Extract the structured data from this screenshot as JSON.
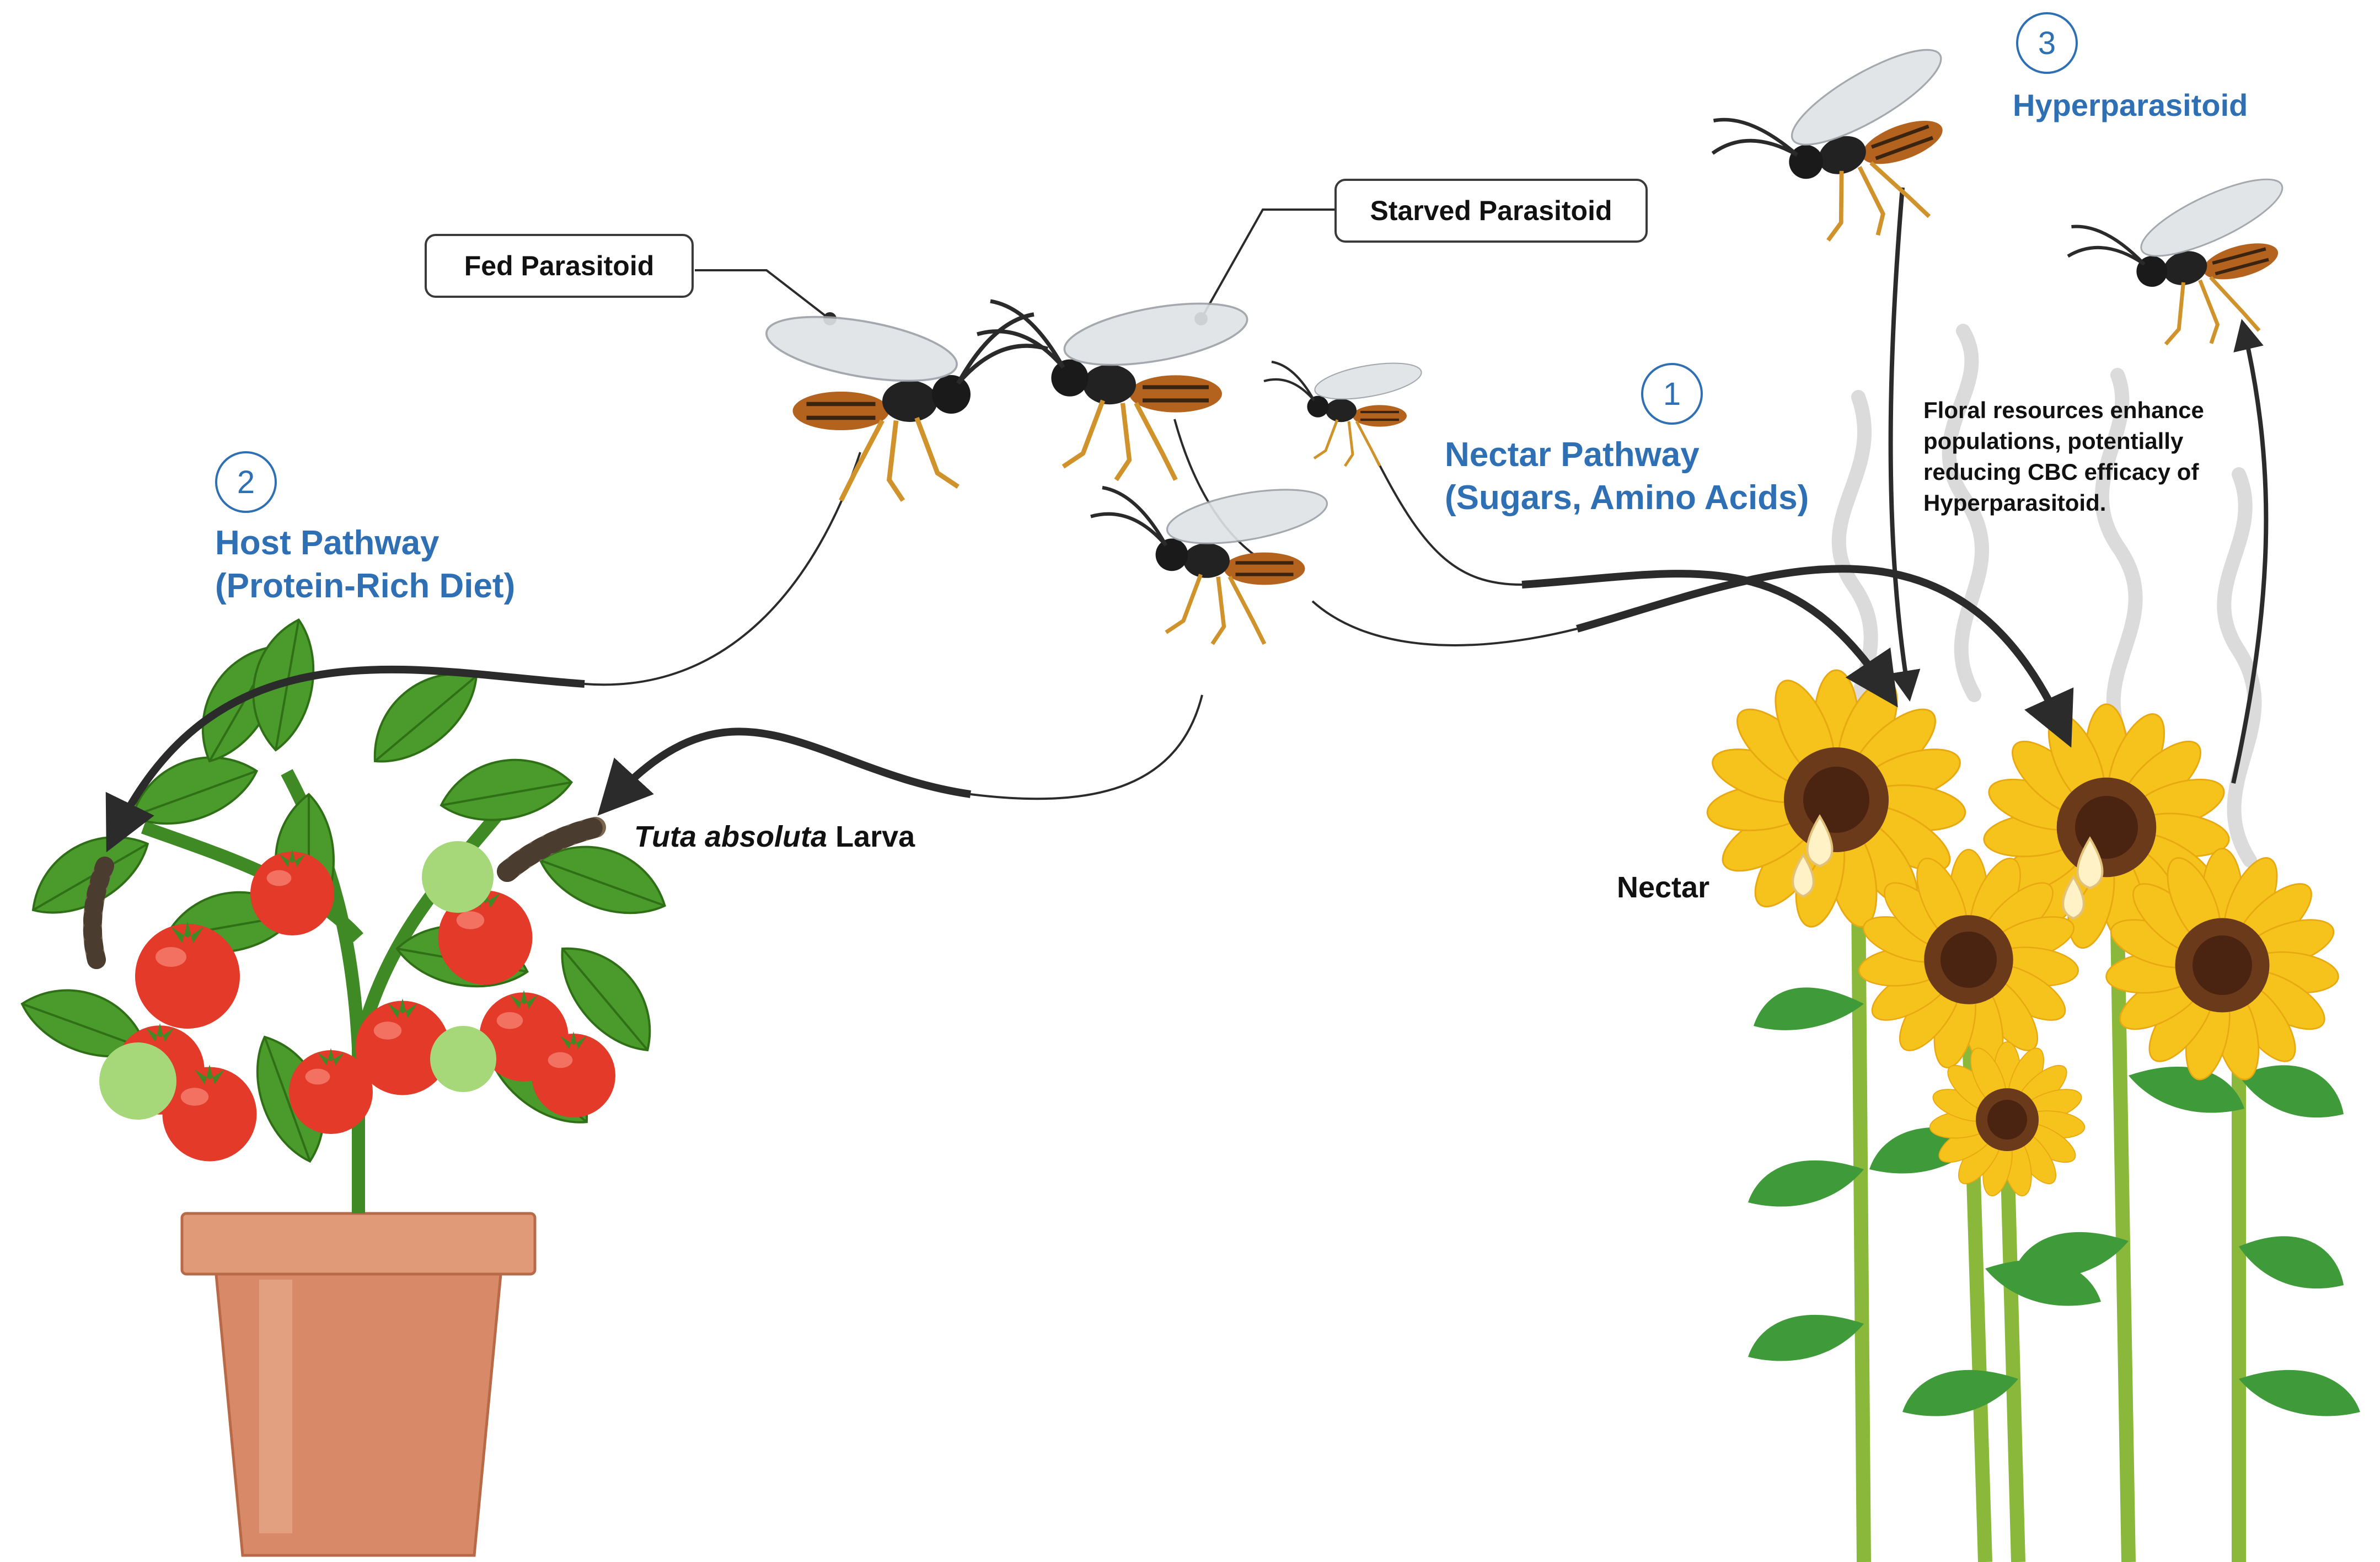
{
  "labels": {
    "fed_parasitoid": "Fed Parasitoid",
    "starved_parasitoid": "Starved Parasitoid",
    "step1_number": "1",
    "step2_number": "2",
    "step3_number": "3",
    "nectar_pathway_line1": "Nectar Pathway",
    "nectar_pathway_line2": "(Sugars, Amino Acids)",
    "host_pathway_line1": "Host Pathway",
    "host_pathway_line2": "(Protein-Rich Diet)",
    "hyperparasitoid": "Hyperparasitoid",
    "larva_species": "Tuta absoluta",
    "larva_suffix": " Larva",
    "nectar": "Nectar",
    "floral_note_line1": "Floral resources enhance",
    "floral_note_line2": "populations, potentially",
    "floral_note_line3": "reducing CBC efficacy of",
    "floral_note_line4": "Hyperparasitoid."
  },
  "colors": {
    "pathway_blue": "#2f6fb3",
    "arrow": "#2b2b2b",
    "leaf_green": "#4a9a2c",
    "tomato_red": "#e33a2a",
    "pot_terracotta": "#d88a68",
    "petal_yellow": "#f6c21c",
    "flower_center": "#6b3a1a"
  },
  "icons": [
    "wasp-icon",
    "tomato-plant-icon",
    "sunflower-icon",
    "larva-icon",
    "nectar-drop-icon"
  ]
}
